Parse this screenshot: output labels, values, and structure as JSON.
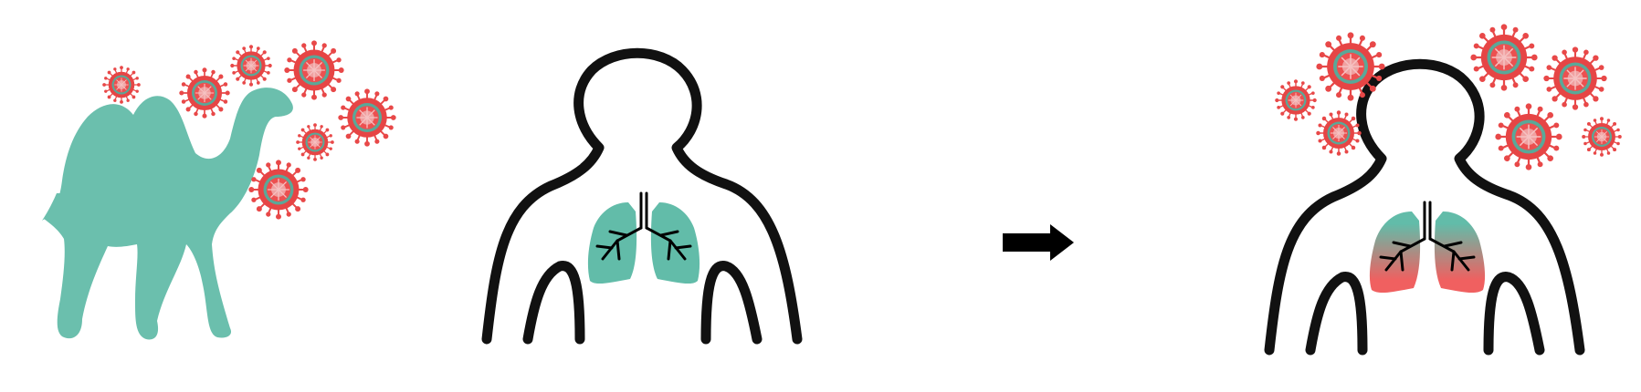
{
  "colors": {
    "camel": "#6bbfad",
    "lung_healthy": "#62bca9",
    "lung_infected_top": "#62bca9",
    "lung_infected_bottom": "#f06060",
    "outline": "#111111",
    "arrow": "#000000",
    "virus_body": "#e83a3a",
    "virus_accent": "#5aa898",
    "virus_spike": "#e84848"
  },
  "panels": [
    {
      "id": "camel-source",
      "icon": "camel-icon",
      "has_viruses": true
    },
    {
      "id": "healthy-human",
      "icon": "person-outline-icon",
      "lung_state": "healthy"
    },
    {
      "id": "transition",
      "icon": "right-arrow-icon"
    },
    {
      "id": "infected-human",
      "icon": "person-outline-icon",
      "lung_state": "infected",
      "has_viruses": true
    }
  ]
}
